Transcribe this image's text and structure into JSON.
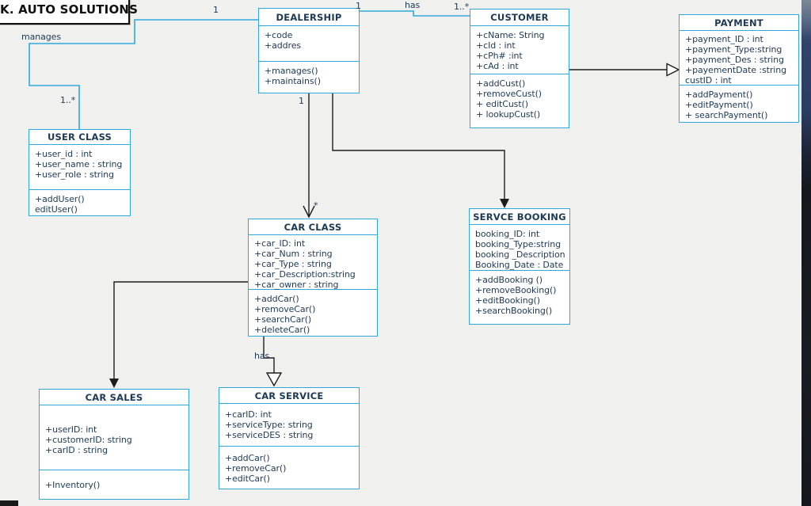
{
  "title_box": {
    "text": "K. AUTO SOLUTIONS"
  },
  "colors": {
    "box_border": "#2fa8dc",
    "box_fill": "#ffffff",
    "text": "#1d3954",
    "connector_black": "#1d1d1d",
    "background": "#f0f0ef"
  },
  "diagram": {
    "classes": [
      {
        "name": "DEALERSHIP",
        "attributes": [
          "+code",
          "+addres"
        ],
        "methods": [
          "+manages()",
          "+maintains()"
        ]
      },
      {
        "name": "CUSTOMER",
        "attributes": [
          "+cName: String",
          "+cId : int",
          "+cPh# :int",
          "+cAd : int"
        ],
        "methods": [
          "+addCust()",
          "+removeCust()",
          "+ editCust()",
          "+ lookupCust()"
        ]
      },
      {
        "name": "PAYMENT",
        "attributes": [
          "+payment_ID : int",
          "+payment_Type:string",
          "+payment_Des : string",
          "+payementDate :string",
          "custID : int"
        ],
        "methods": [
          "+addPayment()",
          "+editPayment()",
          "+ searchPayment()"
        ]
      },
      {
        "name": "USER CLASS",
        "attributes": [
          "+user_id : int",
          "+user_name : string",
          "+user_role : string"
        ],
        "methods": [
          "+addUser()",
          "editUser()"
        ]
      },
      {
        "name": "CAR CLASS",
        "attributes": [
          "+car_ID: int",
          "+car_Num : string",
          "+car_Type : string",
          "+car_Description:string",
          "+car_owner : string"
        ],
        "methods": [
          "+addCar()",
          "+removeCar()",
          "+searchCar()",
          "+deleteCar()"
        ]
      },
      {
        "name": "SERVCE BOOKING",
        "attributes": [
          "booking_ID: int",
          "booking_Type:string",
          "booking _Description",
          "Booking_Date : Date"
        ],
        "methods": [
          "+addBooking ()",
          "+removeBooking()",
          "+editBooking()",
          "+searchBooking()"
        ]
      },
      {
        "name": "CAR SALES",
        "attributes": [
          "+userID: int",
          "+customerID: string",
          "+carID : string"
        ],
        "methods": [
          "+Inventory()"
        ]
      },
      {
        "name": "CAR SERVICE",
        "attributes": [
          "+carID: int",
          "+serviceType: string",
          "+serviceDES : string"
        ],
        "methods": [
          "+addCar()",
          "+removeCar()",
          "+editCar()"
        ]
      }
    ],
    "labels": [
      {
        "text": "1"
      },
      {
        "text": "manages"
      },
      {
        "text": "1..*"
      },
      {
        "text": "1"
      },
      {
        "text": "has"
      },
      {
        "text": "1..*"
      },
      {
        "text": "1"
      },
      {
        "text": "*"
      },
      {
        "text": "has"
      }
    ]
  }
}
